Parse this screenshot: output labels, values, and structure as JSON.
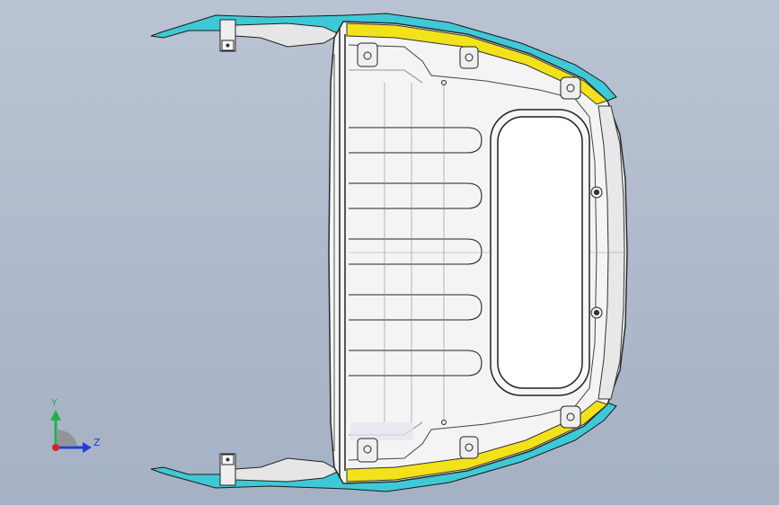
{
  "viewport": {
    "background_top": "#b9c3d3",
    "background_bottom": "#a5b1c4"
  },
  "model": {
    "part": "rear-door-panel",
    "body_fill": "#f4f4f4",
    "outline_color": "#2a2a2a",
    "trim_color": "#3ec9d6",
    "highlight_color": "#f2e21a",
    "window_fill": "#f7f7f7"
  },
  "triad": {
    "y_label": "Y",
    "z_label": "Z",
    "y_color": "#22b14c",
    "z_color": "#1f3fd8",
    "origin_color": "#e02020"
  }
}
